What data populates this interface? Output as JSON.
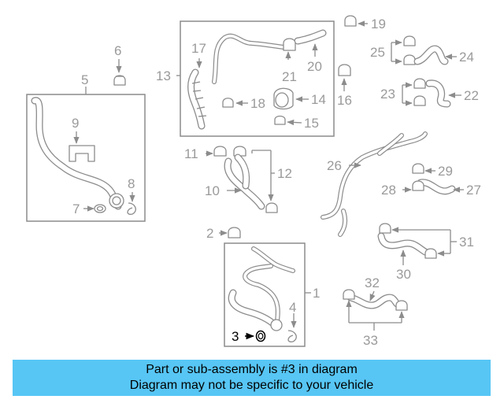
{
  "diagram": {
    "callouts": [
      "1",
      "2",
      "3",
      "4",
      "5",
      "6",
      "7",
      "8",
      "9",
      "10",
      "11",
      "12",
      "13",
      "14",
      "15",
      "16",
      "17",
      "18",
      "19",
      "20",
      "21",
      "22",
      "23",
      "24",
      "25",
      "26",
      "27",
      "28",
      "29",
      "30",
      "31",
      "32",
      "33"
    ],
    "highlight": "3",
    "highlight_color": "#000000",
    "line_color": "#8c8c8c"
  },
  "banner": {
    "line1": "Part or sub-assembly is #3 in diagram",
    "line2": "Diagram may not be specific to your vehicle",
    "background": "#57c6f5"
  }
}
